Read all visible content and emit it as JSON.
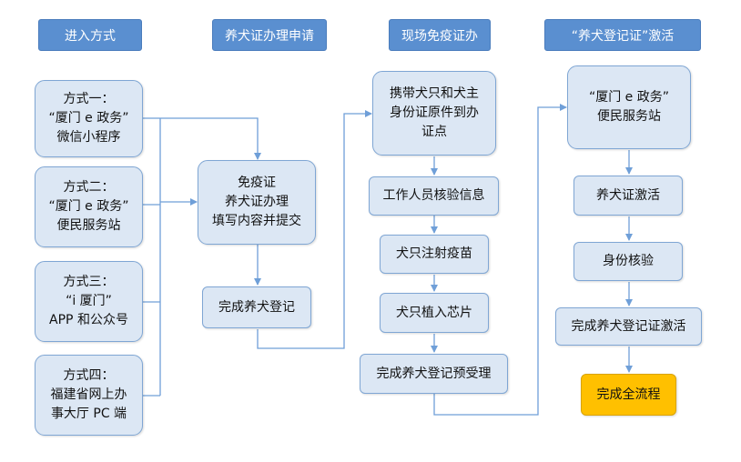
{
  "headers": {
    "entry": "进入方式",
    "apply": "养犬证办理申请",
    "onsite": "现场免疫证办",
    "activate": "“养犬登记证”激活"
  },
  "entry_methods": {
    "m1": [
      "方式一：",
      "“厦门 e 政务”",
      "微信小程序"
    ],
    "m2": [
      "方式二：",
      "“厦门 e 政务”",
      "便民服务站"
    ],
    "m3": [
      "方式三：",
      "“i 厦门”",
      "APP 和公众号"
    ],
    "m4": [
      "方式四：",
      "福建省网上办",
      "事大厅 PC 端"
    ]
  },
  "apply": {
    "fill": [
      "免疫证",
      "养犬证办理",
      "填写内容并提交"
    ],
    "complete": "完成养犬登记"
  },
  "onsite": {
    "bring": [
      "携带犬只和犬主",
      "身份证原件到办",
      "证点"
    ],
    "verify": "工作人员核验信息",
    "vaccine": "犬只注射疫苗",
    "chip": "犬只植入芯片",
    "preaccept": "完成养犬登记预受理"
  },
  "activate": {
    "station": [
      "“厦门 e 政务”",
      "便民服务站"
    ],
    "activate": "养犬证激活",
    "idcheck": "身份核验",
    "done_activate": "完成养犬登记证激活",
    "finish": "完成全流程"
  },
  "colors": {
    "header_fill": "#5a8fd0",
    "box_fill": "#dce7f4",
    "box_border": "#7fa6d4",
    "arrow": "#6f9fd8",
    "final_fill": "#ffc000"
  }
}
